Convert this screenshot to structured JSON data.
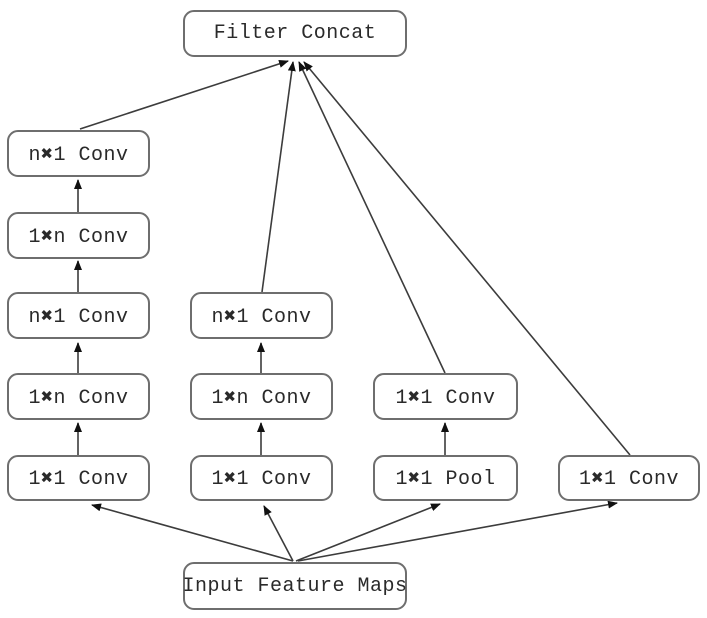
{
  "figure": {
    "nodes": {
      "concat": "Filter Concat",
      "c1r1": "n✖1 Conv",
      "c1r2": "1✖n Conv",
      "c1r3": "n✖1 Conv",
      "c1r4": "1✖n Conv",
      "c1r5": "1✖1 Conv",
      "c2r1": "n✖1 Conv",
      "c2r2": "1✖n Conv",
      "c2r3": "1✖1 Conv",
      "c3r1": "1✖1 Conv",
      "c3r2": "1✖1 Pool",
      "c4r1": "1✖1 Conv",
      "input": "Input Feature Maps"
    },
    "edges": [
      {
        "from": "input",
        "to": "c1r5"
      },
      {
        "from": "input",
        "to": "c2r3"
      },
      {
        "from": "input",
        "to": "c3r2"
      },
      {
        "from": "input",
        "to": "c4r1"
      },
      {
        "from": "c1r5",
        "to": "c1r4"
      },
      {
        "from": "c1r4",
        "to": "c1r3"
      },
      {
        "from": "c1r3",
        "to": "c1r2"
      },
      {
        "from": "c1r2",
        "to": "c1r1"
      },
      {
        "from": "c2r3",
        "to": "c2r2"
      },
      {
        "from": "c2r2",
        "to": "c2r1"
      },
      {
        "from": "c3r2",
        "to": "c3r1"
      },
      {
        "from": "c1r1",
        "to": "concat"
      },
      {
        "from": "c2r1",
        "to": "concat"
      },
      {
        "from": "c3r1",
        "to": "concat"
      },
      {
        "from": "c4r1",
        "to": "concat"
      }
    ],
    "colors": {
      "background": "#ffffff",
      "box_fill": "#ffffff",
      "box_border": "#6e6e6e",
      "text": "#2a2a2a",
      "line": "#3c3c3c",
      "arrowhead": "#111111"
    }
  }
}
